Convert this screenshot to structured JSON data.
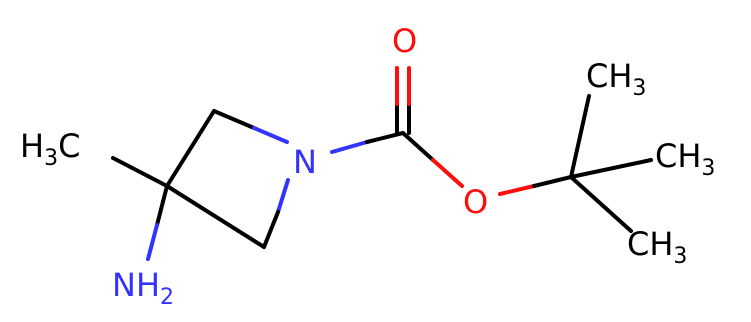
{
  "molecule": {
    "atoms": {
      "methyl_left": {
        "main": "H",
        "sub": "3",
        "tail": "C"
      },
      "amine": {
        "main": "NH",
        "sub": "2"
      },
      "ring_nitrogen": {
        "main": "N"
      },
      "carbonyl_oxygen": {
        "main": "O"
      },
      "ester_oxygen": {
        "main": "O"
      },
      "methyl_top": {
        "main": "CH",
        "sub": "3"
      },
      "methyl_right": {
        "main": "CH",
        "sub": "3"
      },
      "methyl_bottom": {
        "main": "CH",
        "sub": "3"
      }
    },
    "colors": {
      "carbon": "#000000",
      "nitrogen": "#3333ff",
      "oxygen": "#ff0d0d"
    }
  }
}
